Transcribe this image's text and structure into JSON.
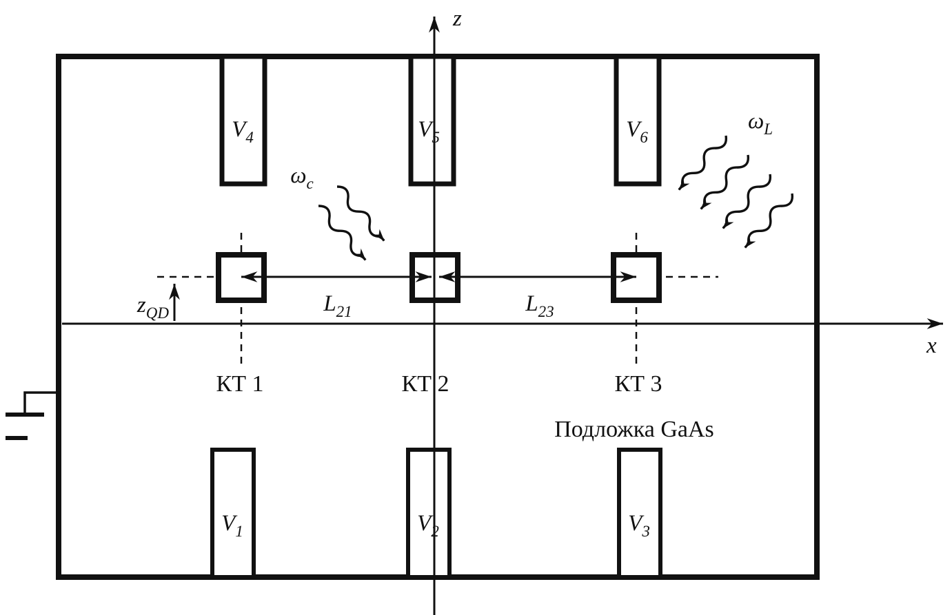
{
  "figure": {
    "ink": "#111111",
    "background": "#ffffff"
  },
  "axes": {
    "z_label": "z",
    "x_label": "x"
  },
  "electrodes": {
    "top": [
      {
        "main": "V",
        "sub": "4"
      },
      {
        "main": "V",
        "sub": "5"
      },
      {
        "main": "V",
        "sub": "6"
      }
    ],
    "bottom": [
      {
        "main": "V",
        "sub": "1"
      },
      {
        "main": "V",
        "sub": "2"
      },
      {
        "main": "V",
        "sub": "3"
      }
    ]
  },
  "quantum_dots": [
    {
      "label": "КТ 1"
    },
    {
      "label": "КТ 2"
    },
    {
      "label": "КТ 3"
    }
  ],
  "distances": {
    "l21": {
      "main": "L",
      "sub": "21"
    },
    "l23": {
      "main": "L",
      "sub": "23"
    }
  },
  "z_qd": {
    "main": "z",
    "sub": "QD"
  },
  "substrate": {
    "label": "Подложка GaAs"
  },
  "radiation": {
    "cavity": {
      "main": "ω",
      "sub": "c"
    },
    "laser": {
      "main": "ω",
      "sub": "L"
    }
  }
}
